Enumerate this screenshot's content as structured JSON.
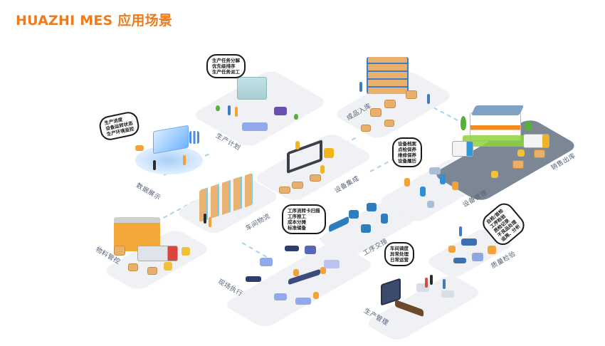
{
  "header": {
    "title": "HUAZHI MES 应用场景"
  },
  "colors": {
    "title": "#ee7b1c",
    "tile": "#f0f1f4",
    "label": "#55627a",
    "connector": "#a8d2ea",
    "bubble_border": "#1a1a1a"
  },
  "scenes": [
    {
      "id": "data-display",
      "label": "数据展示",
      "bubble": [
        "生产进度",
        "设备运转状态",
        "生产环境监控"
      ]
    },
    {
      "id": "production-plan",
      "label": "生产计划",
      "bubble": [
        "生产任务分解",
        "优先级排序",
        "生产任务派工"
      ]
    },
    {
      "id": "finished-goods-in",
      "label": "成品入库",
      "bubble": []
    },
    {
      "id": "sales-out",
      "label": "销售出库",
      "bubble": []
    },
    {
      "id": "equipment-integration",
      "label": "设备集成",
      "bubble": []
    },
    {
      "id": "equipment-management",
      "label": "设备管理",
      "bubble": [
        "设备档案",
        "点检保养",
        "维修保养",
        "设备履历"
      ]
    },
    {
      "id": "workshop-logistics",
      "label": "车间物流",
      "bubble": []
    },
    {
      "id": "material-control",
      "label": "物料管控",
      "bubble": []
    },
    {
      "id": "process-handover",
      "label": "工序交接",
      "bubble": []
    },
    {
      "id": "onsite-execution",
      "label": "现场执行",
      "bubble": [
        "工序流转卡扫描",
        "工序报工",
        "成本分摊",
        "标准储备"
      ]
    },
    {
      "id": "quality-inspection",
      "label": "质量检验",
      "bubble": [
        "自检/首检",
        "工序检验",
        "质检记录",
        "不良品处理",
        "追溯、分析"
      ]
    },
    {
      "id": "production-management",
      "label": "生产管理",
      "bubble": [
        "车间调度",
        "异常处理",
        "日常运营"
      ]
    }
  ]
}
